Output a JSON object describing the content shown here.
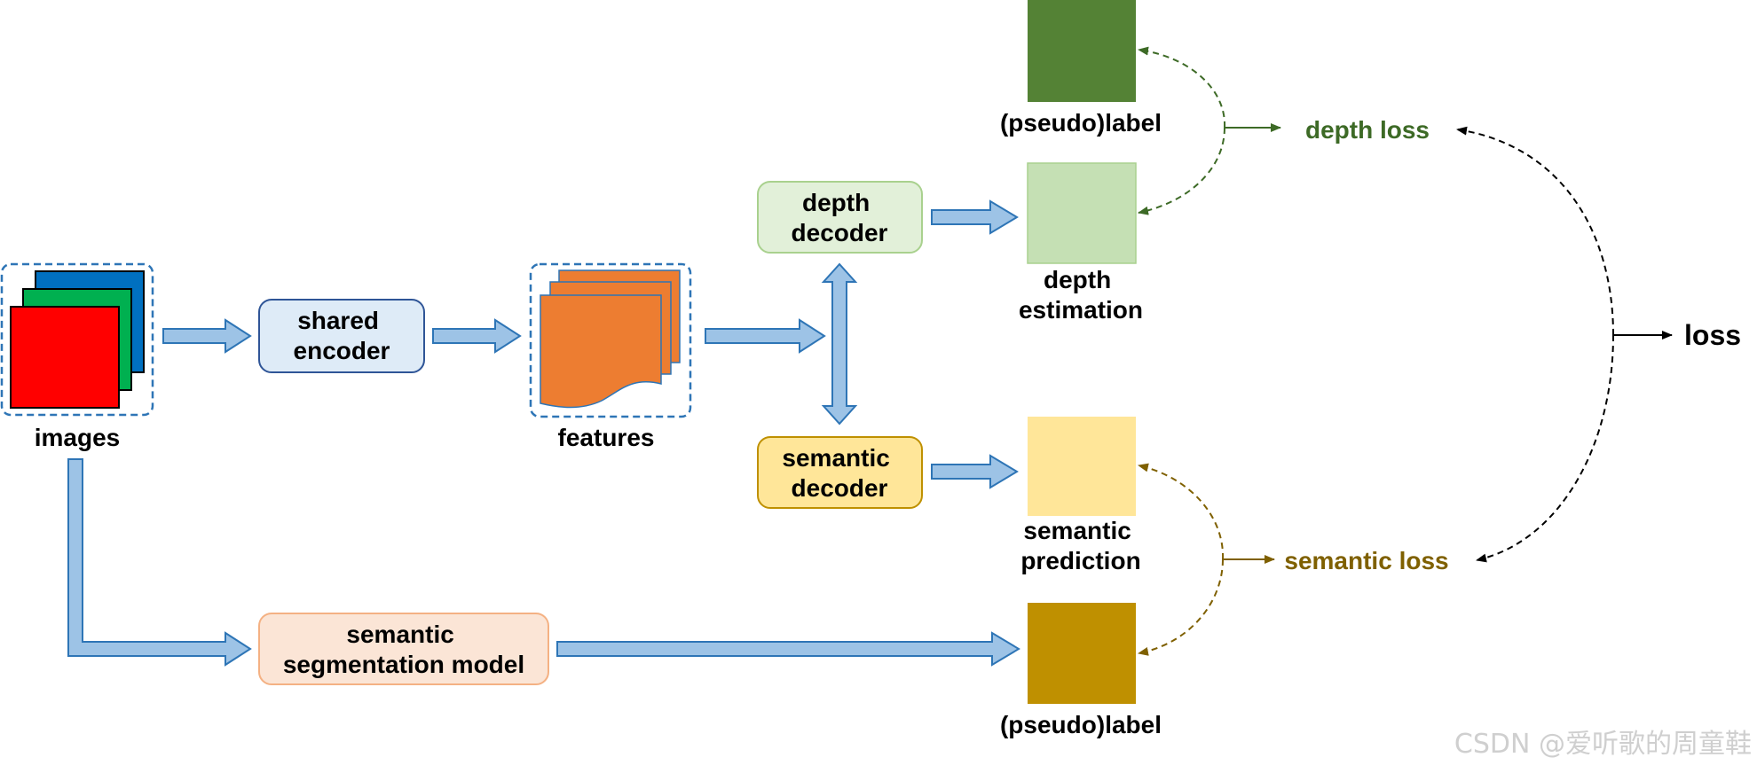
{
  "nodes": {
    "images": "images",
    "shared_encoder": [
      "shared",
      "encoder"
    ],
    "features": "features",
    "depth_decoder": [
      "depth",
      "decoder"
    ],
    "semantic_decoder": [
      "semantic",
      "decoder"
    ],
    "semantic_segmentation_model": [
      "semantic",
      "segmentation model"
    ],
    "depth_pseudo_label": "(pseudo)label",
    "depth_estimation": [
      "depth",
      "estimation"
    ],
    "semantic_prediction": [
      "semantic",
      "prediction"
    ],
    "semantic_pseudo_label": "(pseudo)label",
    "depth_loss": "depth loss",
    "semantic_loss": "semantic loss",
    "loss": "loss"
  },
  "watermark": "CSDN @爱听歌的周童鞋",
  "colors": {
    "image_red": "#ff0000",
    "image_green": "#00b050",
    "image_blue": "#0070c0",
    "features_orange": "#ed7d31",
    "shared_encoder_fill": "#deebf7",
    "depth_decoder_fill": "#e2f0d9",
    "semantic_decoder_fill": "#ffe699",
    "segmentation_model_fill": "#fbe5d6",
    "depth_label_fill": "#548235",
    "depth_estimation_fill": "#c5e0b4",
    "semantic_prediction_fill": "#ffe699",
    "semantic_label_fill": "#bf9000",
    "flow_arrow": "#9dc3e6",
    "depth_loss_text": "#3d6a26",
    "semantic_loss_text": "#7f6000"
  }
}
